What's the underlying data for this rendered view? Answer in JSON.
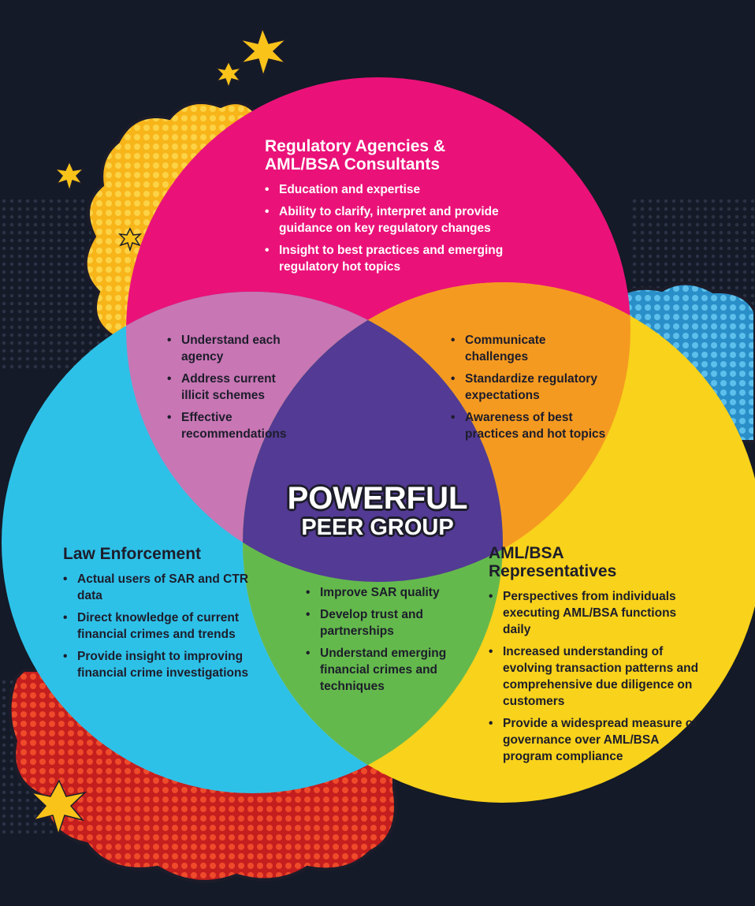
{
  "title": {
    "line1": "POWERFUL",
    "line2": "PEER GROUP"
  },
  "colors": {
    "background": "#141a27",
    "top_circle": "#ea1279",
    "left_circle": "#2ec1e8",
    "right_circle": "#f8d21b",
    "top_left_overlap": "#c876b4",
    "top_right_overlap": "#f59a20",
    "bottom_overlap": "#64b94c",
    "center": "#533a94"
  },
  "regulatory": {
    "heading_line1": "Regulatory Agencies &",
    "heading_line2": "AML/BSA Consultants",
    "items": [
      "Education and expertise",
      "Ability to clarify, interpret and provide guidance on key regulatory changes",
      "Insight to best practices and emerging regulatory hot topics"
    ]
  },
  "law_enforcement": {
    "heading": "Law Enforcement",
    "items": [
      "Actual users of SAR and CTR data",
      "Direct knowledge of current financial crimes and trends",
      "Provide insight to improving financial crime investigations"
    ]
  },
  "aml_bsa": {
    "heading_line1": "AML/BSA",
    "heading_line2": "Representatives",
    "items": [
      "Perspectives from individuals executing AML/BSA functions daily",
      "Increased understanding of evolving transaction patterns and comprehensive due diligence on customers",
      "Provide a widespread measure of governance over AML/BSA program compliance"
    ]
  },
  "overlap_reg_law": {
    "items": [
      "Understand each agency",
      "Address current illicit schemes",
      "Effective recommendations"
    ]
  },
  "overlap_reg_aml": {
    "items": [
      "Communicate challenges",
      "Standardize regulatory expectations",
      "Awareness of best practices and hot topics"
    ]
  },
  "overlap_law_aml": {
    "items": [
      "Improve SAR quality",
      "Develop trust and partnerships",
      "Understand emerging financial crimes and techniques"
    ]
  }
}
